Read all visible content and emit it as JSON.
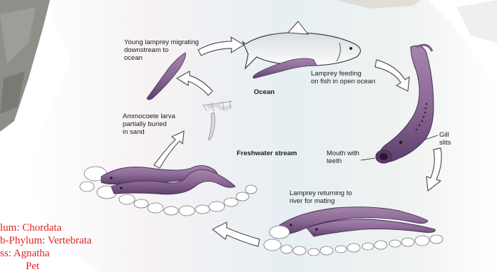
{
  "labels": {
    "young_lamprey": "Young lamprey migrating\ndownstream to\nocean",
    "lamprey_feeding": "Lamprey feeding\non fish in open ocean",
    "ocean": "Ocean",
    "ammocoete": "Ammocoete larva\npartially buried\nin sand",
    "freshwater": "Freshwater stream",
    "mouth": "Mouth with\nteeth",
    "gill": "Gill\nslits",
    "returning": "Lamprey returning to\nriver for mating"
  },
  "taxonomy": {
    "phylum": "lum: Chordata",
    "subphylum": "b-Phylum: Vertebrata",
    "class": "ss: Agnatha",
    "order_partial": "Pet"
  },
  "colors": {
    "lamprey_body": "#8c6a96",
    "lamprey_shade": "#5e3f6c",
    "ocean_tint": "#dfe9f0",
    "taxonomy_red": "#e02020",
    "arrow_fill": "#ffffff",
    "arrow_stroke": "#555555"
  }
}
